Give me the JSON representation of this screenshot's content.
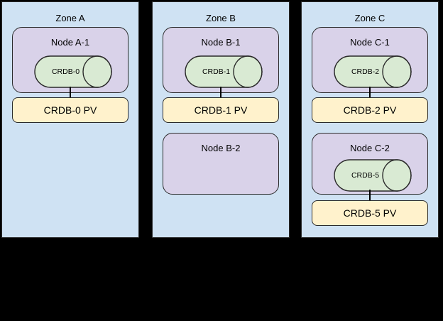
{
  "diagram": {
    "background": "#000000",
    "colors": {
      "zone_fill": "#cfe2f3",
      "node_fill": "#d9d2e9",
      "database_fill": "#d9ead3",
      "pv_fill": "#fff2cc",
      "shape_border": "#2b2b2b",
      "connector": "#000000"
    }
  },
  "zones": [
    {
      "title": "Zone A",
      "nodes": [
        {
          "label": "Node A-1",
          "db_label": "CRDB-0",
          "pv_label": "CRDB-0 PV"
        }
      ]
    },
    {
      "title": "Zone B",
      "nodes": [
        {
          "label": "Node B-1",
          "db_label": "CRDB-1",
          "pv_label": "CRDB-1 PV"
        },
        {
          "label": "Node B-2"
        }
      ]
    },
    {
      "title": "Zone C",
      "nodes": [
        {
          "label": "Node C-1",
          "db_label": "CRDB-2",
          "pv_label": "CRDB-2 PV"
        },
        {
          "label": "Node C-2",
          "db_label": "CRDB-5",
          "pv_label": "CRDB-5 PV"
        }
      ]
    }
  ]
}
